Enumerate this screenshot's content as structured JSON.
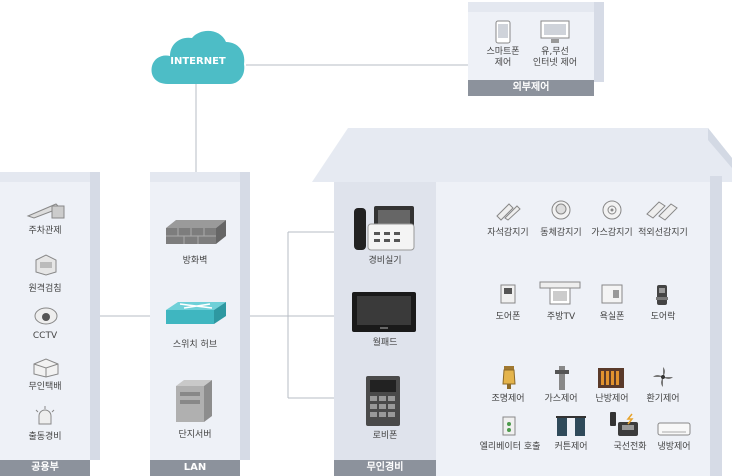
{
  "internet": "INTERNET",
  "external": {
    "title": "외부제어",
    "smartphone": [
      "스마트폰",
      "제어"
    ],
    "internet_ctrl": [
      "유,무선",
      "인터넷 제어"
    ]
  },
  "public": {
    "title": "공용부",
    "items": [
      "주차관제",
      "원격검침",
      "CCTV",
      "무인택배",
      "출동경비"
    ]
  },
  "lan": {
    "title": "LAN",
    "firewall": "방화벽",
    "switch": "스위치 허브",
    "server": "단지서버"
  },
  "security": {
    "title": "무인경비",
    "items": [
      "경비실기",
      "월패드",
      "로비폰"
    ]
  },
  "home": {
    "sensors": [
      "자석감지기",
      "동체감지기",
      "가스감지기",
      "적외선감지기"
    ],
    "devices": [
      "도어폰",
      "주방TV",
      "욕실폰",
      "도어락"
    ],
    "controls1": [
      "조명제어",
      "가스제어",
      "난방제어",
      "환기제어"
    ],
    "controls2": [
      "엘리베이터 호출",
      "커튼제어",
      "국선전화",
      "냉방제어"
    ]
  }
}
